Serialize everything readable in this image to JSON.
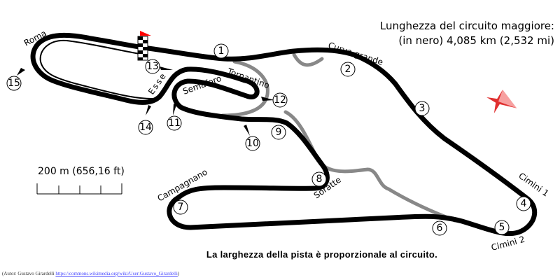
{
  "title": {
    "line1": "Lunghezza del circuito maggiore:",
    "line2": "(in nero) 4,085 km (2,532 mi)"
  },
  "note": "La larghezza della pista è proporzionale al circuito.",
  "credit": {
    "text": "(Autor: Gustavo Girardelli ",
    "link": "https://commons.wikimedia.org/wiki/User:Gustavo_Girardelli",
    "close": ")"
  },
  "scale": {
    "label": "200 m (656,16 ft)"
  },
  "corner_names": {
    "roma": "Roma",
    "curva_grande": "Curva grande",
    "tornantino": "Tornantino",
    "semaforo": "Semaforo",
    "esse": "Esse",
    "campagnano": "Campagnano",
    "soratte": "Soratte",
    "cimini1": "Cimini 1",
    "cimini2": "Cimini 2"
  },
  "corners": [
    "1",
    "2",
    "3",
    "4",
    "5",
    "6",
    "7",
    "8",
    "9",
    "10",
    "11",
    "12",
    "13",
    "14",
    "15"
  ],
  "colors": {
    "track": "#000000",
    "alt_track": "#888888",
    "flag": "#ff0000",
    "compass": "#e03030"
  }
}
